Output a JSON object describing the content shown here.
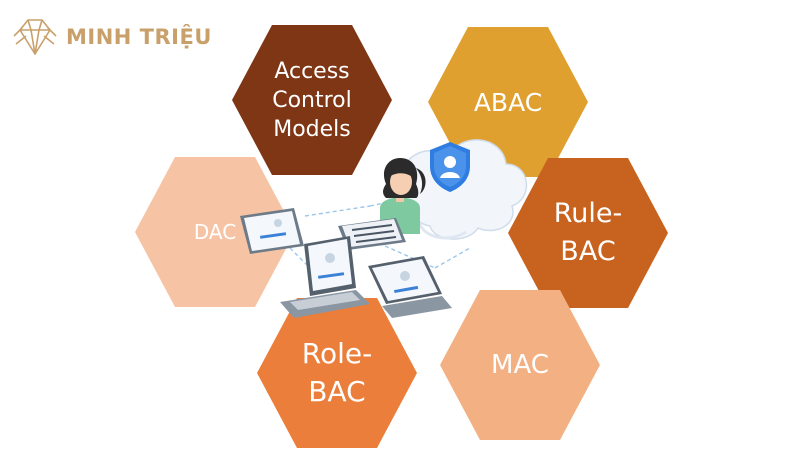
{
  "brand": {
    "name": "MINH TRIỆU",
    "color": "#c9a06a"
  },
  "hexagons": [
    {
      "id": "access-control-models",
      "label": "Access\nControl\nModels",
      "color": "#7e3614"
    },
    {
      "id": "abac",
      "label": "ABAC",
      "color": "#e0a030"
    },
    {
      "id": "rule-bac",
      "label": "Rule-\nBAC",
      "color": "#c8621f"
    },
    {
      "id": "dac",
      "label": "DAC",
      "color": "#f6c4a4"
    },
    {
      "id": "role-bac",
      "label": "Role-\nBAC",
      "color": "#ea7e3a"
    },
    {
      "id": "mac",
      "label": "MAC",
      "color": "#f3b083"
    }
  ],
  "icons": [
    "diamond-logo-icon",
    "cloud-icon",
    "shield-user-icon",
    "person-icon",
    "tablet-icon",
    "laptop-icon",
    "server-icon"
  ]
}
